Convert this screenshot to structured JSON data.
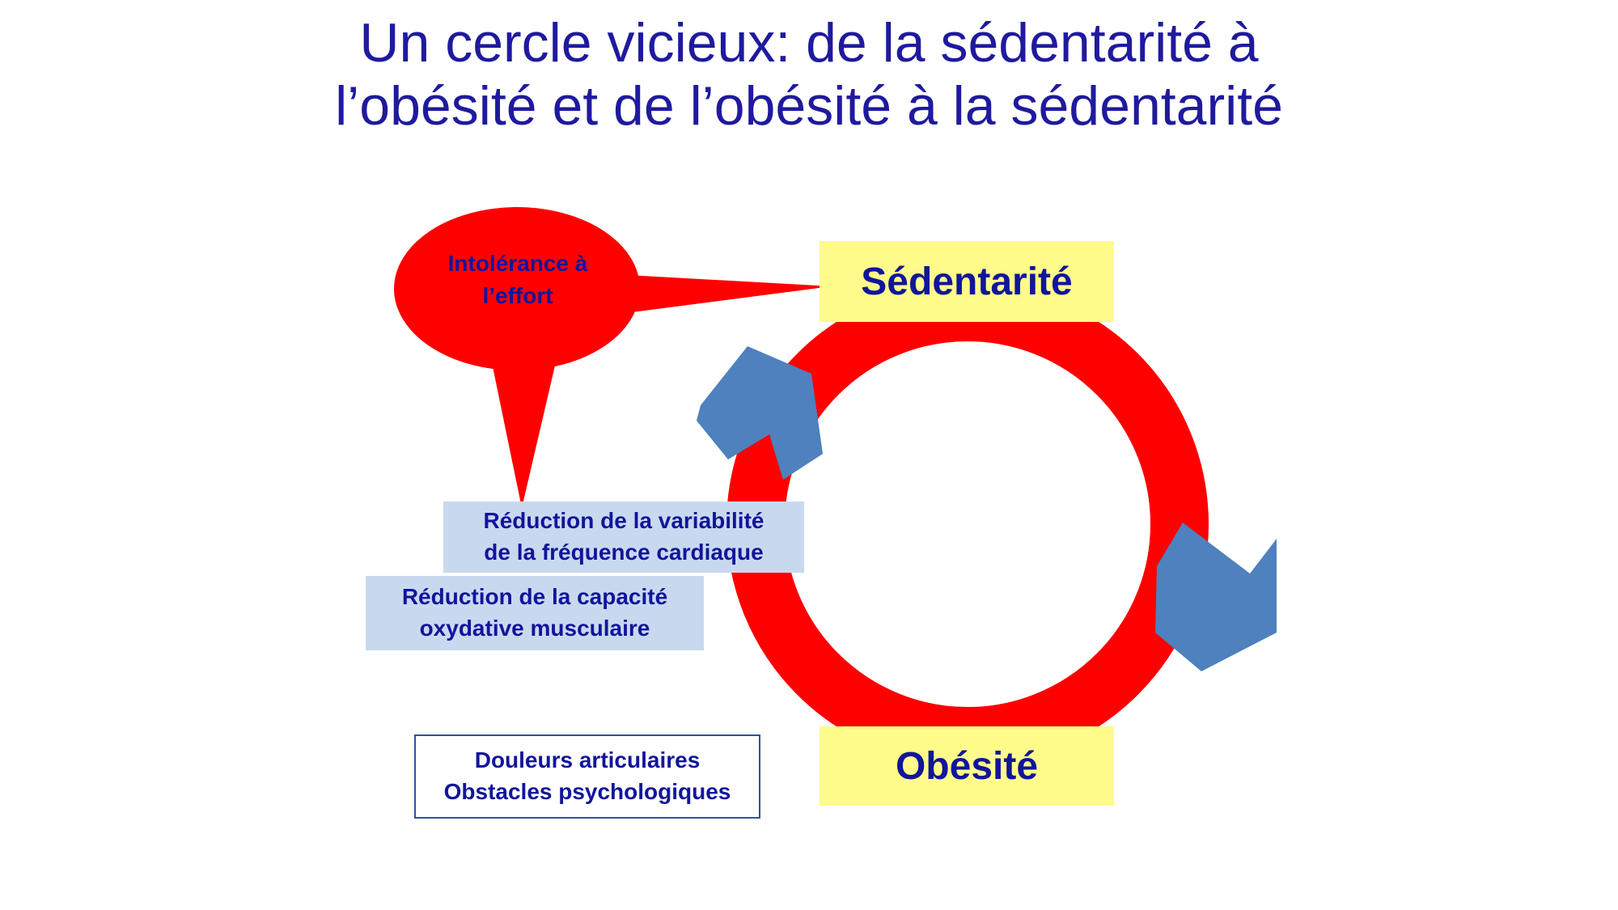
{
  "slide": {
    "background_color": "#FFFFFF",
    "title": "Un cercle vicieux: de la sédentarité à\nl’obésité et de l’obésité à la sédentarité",
    "title_color": "#1F1A9E"
  },
  "palette": {
    "cycle_red": "#FE0000",
    "node_yellow": "#FFFB8A",
    "factor_light_blue": "#C8D9EF",
    "arrow_steel_blue": "#4E81BD",
    "text_dark_blue": "#11159B",
    "outline_blue": "#2E5496"
  },
  "cycle": {
    "name": "vicious-cycle-ring",
    "direction": "clockwise",
    "nodes": [
      {
        "id": "sedentarite",
        "label": "Sédentarité",
        "position": "top"
      },
      {
        "id": "obesite",
        "label": "Obésité",
        "position": "bottom"
      }
    ],
    "arrow_markers": [
      {
        "id": "arrow-upper-left",
        "points_to": "sedentarite",
        "color": "#4E81BD"
      },
      {
        "id": "arrow-lower-right",
        "points_to": "obesite",
        "color": "#4E81BD"
      }
    ]
  },
  "callout": {
    "name": "intolerance-callout",
    "text": "Intolérance à\nl’effort",
    "fill_color": "#FE0000",
    "text_color": "#11159B",
    "points_to": "Sédentarité",
    "tail_points_to": "Réduction de la variabilité de la fréquence cardiaque"
  },
  "factors": [
    {
      "id": "hrv",
      "text": "Réduction de la variabilité\nde la fréquence cardiaque",
      "style": "filled-light-blue"
    },
    {
      "id": "oxidative",
      "text": "Réduction de la capacité\noxydative musculaire",
      "style": "filled-light-blue"
    },
    {
      "id": "barriers",
      "text": "Douleurs articulaires\nObstacles psychologiques",
      "style": "outlined-white"
    }
  ]
}
